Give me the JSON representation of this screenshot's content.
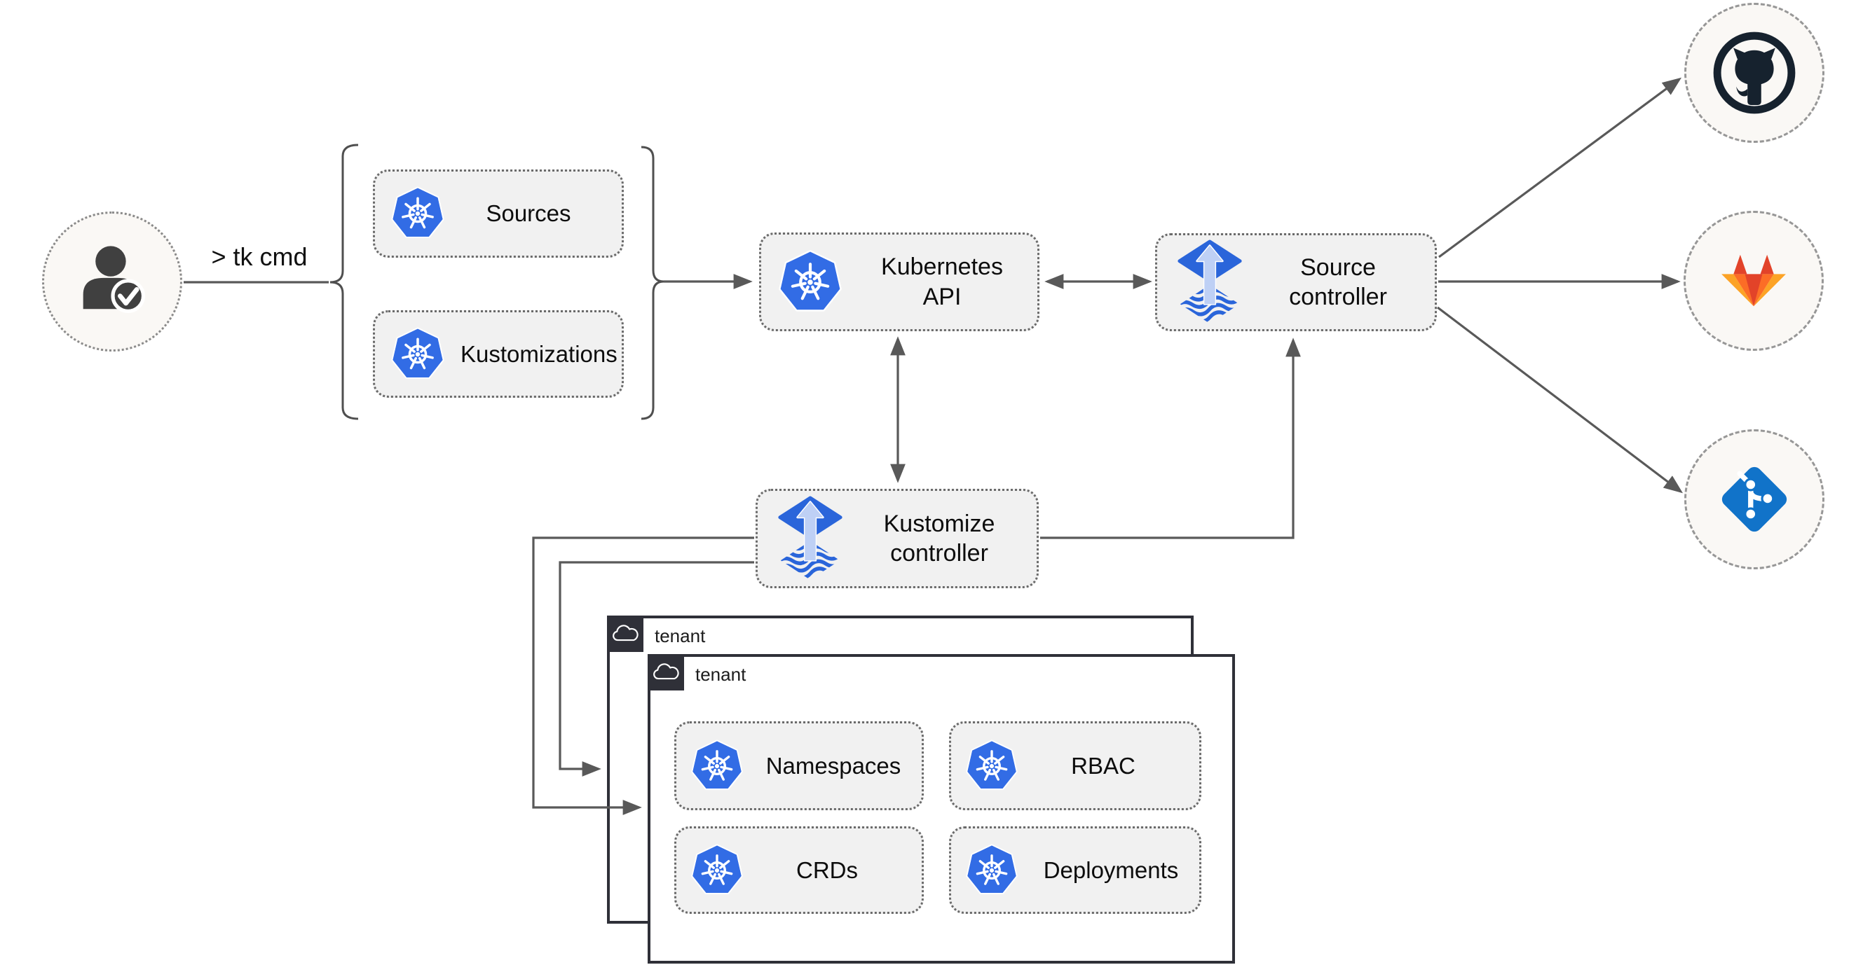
{
  "diagram": {
    "actor": {
      "command": "> tk cmd",
      "icon": "user-check-icon"
    },
    "cluster_inputs": {
      "items": [
        {
          "label": "Sources",
          "icon": "kubernetes-icon"
        },
        {
          "label": "Kustomizations",
          "icon": "kubernetes-icon"
        }
      ]
    },
    "kubernetes_api": {
      "label": "Kubernetes API",
      "icon": "kubernetes-icon"
    },
    "source_controller": {
      "line1": "Source",
      "line2": "controller",
      "icon": "flux-icon"
    },
    "kustomize_controller": {
      "line1": "Kustomize",
      "line2": "controller",
      "icon": "flux-icon"
    },
    "tenants": {
      "back": {
        "label": "tenant",
        "icon": "cloud-icon"
      },
      "front": {
        "label": "tenant",
        "icon": "cloud-icon",
        "resources": [
          {
            "label": "Namespaces",
            "icon": "kubernetes-icon"
          },
          {
            "label": "RBAC",
            "icon": "kubernetes-icon"
          },
          {
            "label": "CRDs",
            "icon": "kubernetes-icon"
          },
          {
            "label": "Deployments",
            "icon": "kubernetes-icon"
          }
        ]
      }
    },
    "git_providers": [
      {
        "name": "GitHub",
        "icon": "github-icon"
      },
      {
        "name": "GitLab",
        "icon": "gitlab-icon"
      },
      {
        "name": "Git",
        "icon": "git-icon"
      }
    ],
    "colors": {
      "arrow": "#595959",
      "node_fill": "#f1f1f1",
      "node_border": "#6a6a6a",
      "kubernetes_blue": "#326ce5",
      "flux_blue": "#2a65da",
      "flux_arrow_light": "#bed0f5",
      "window_border": "#2f3038",
      "tab_fill": "#2f3038",
      "endpoint_circle_fill": "#faf8f5",
      "github_dark": "#16222e",
      "gitlab_red": "#e24329",
      "gitlab_orange": "#fc6d26",
      "gitlab_amber": "#fca326",
      "git_blue": "#1173c9",
      "person_gray": "#404040",
      "text": "#0d0d0d"
    }
  }
}
